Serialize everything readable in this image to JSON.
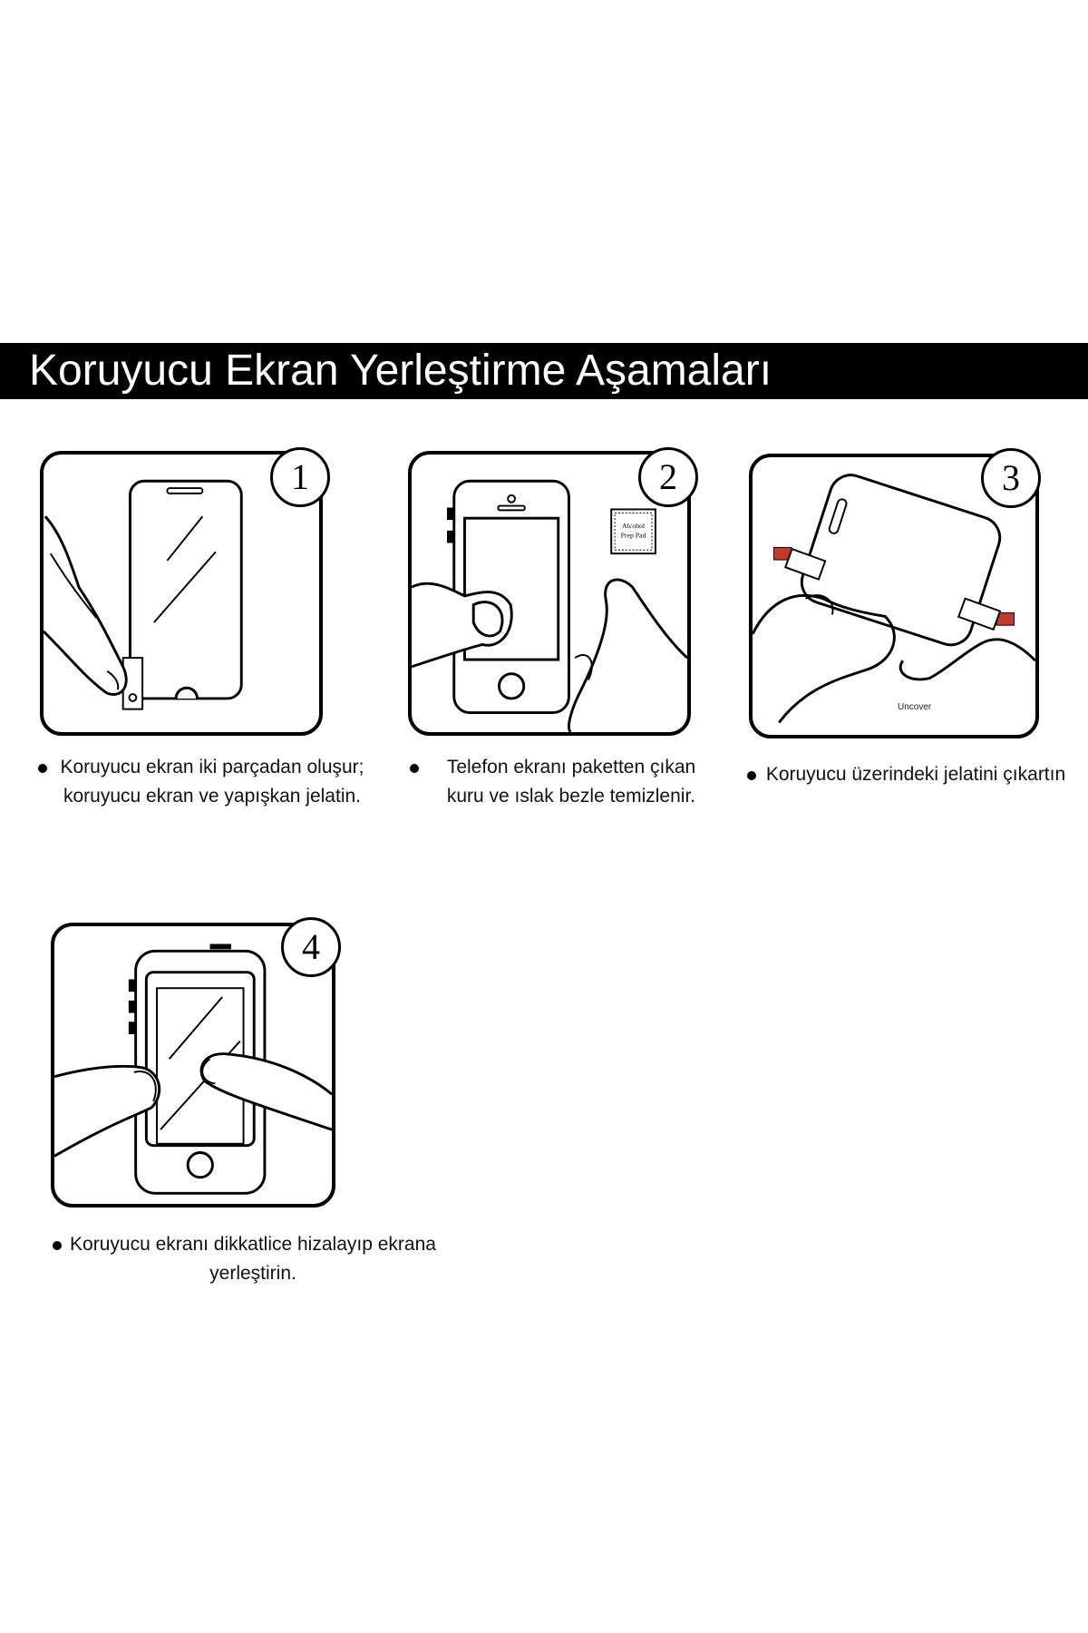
{
  "title": "Koruyucu Ekran Yerleştirme Aşamaları",
  "steps": [
    {
      "number": "1",
      "caption": "Koruyucu ekran iki parçadan oluşur; koruyucu ekran ve yapışkan jelatin."
    },
    {
      "number": "2",
      "caption": "Telefon ekranı paketten çıkan kuru ve ıslak bezle temizlenir.",
      "pad_label_line1": "Alcohol",
      "pad_label_line2": "Prep Pad"
    },
    {
      "number": "3",
      "caption": "Koruyucu üzerindeki jelatini çıkartın",
      "tab_label": "Uncover"
    },
    {
      "number": "4",
      "caption": "Koruyucu ekranı dikkatlice hizalayıp ekrana yerleştirin."
    }
  ],
  "colors": {
    "banner": "#000000",
    "tab_accent": "#c0392b"
  }
}
